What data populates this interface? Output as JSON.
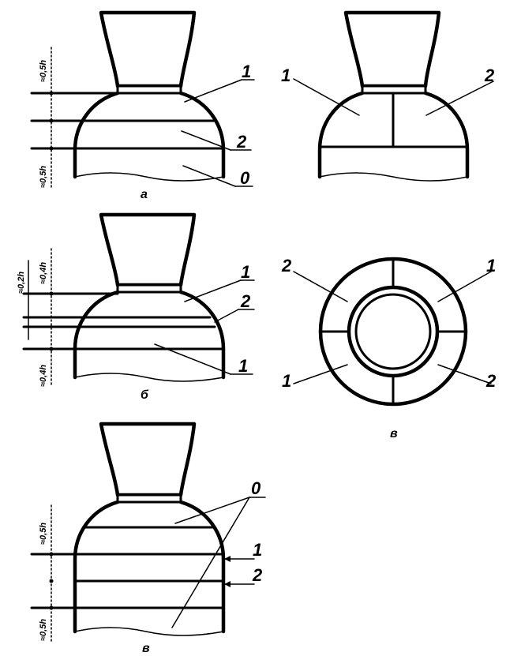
{
  "figures": {
    "a": {
      "caption": "а",
      "labels": [
        "1",
        "2",
        "0"
      ],
      "dims": [
        "≈0,5h",
        "≈0,5h"
      ]
    },
    "a_right": {
      "labels": [
        "1",
        "2"
      ]
    },
    "b": {
      "caption": "б",
      "labels": [
        "1",
        "2",
        "1"
      ],
      "dims": [
        "≈0,4h",
        "≈0,2h",
        "≈0,4h"
      ]
    },
    "ring": {
      "caption": "в",
      "labels": [
        "2",
        "1",
        "1",
        "2"
      ]
    },
    "v": {
      "caption": "в",
      "labels": [
        "0",
        "1",
        "2"
      ],
      "dims": [
        "≈0,5h",
        "≈0,5h"
      ]
    }
  }
}
